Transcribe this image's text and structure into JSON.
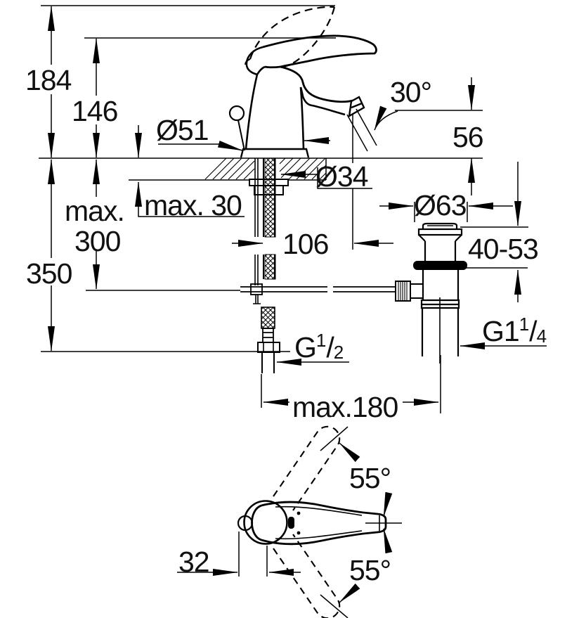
{
  "drawing": {
    "title": "Single-lever basin mixer with pop-up waste - dimensional drawing",
    "views": {
      "side_view": "faucet elevation with mounting shank, flexible supply hose and pop-up waste set",
      "top_view": "lever handle swivel range"
    },
    "units": "mm",
    "dimensions": {
      "height_total": "184",
      "height_to_lever": "146",
      "base_diameter": "Ø51",
      "spout_angle": "30°",
      "outlet_height": "56",
      "shank_diameter": "Ø34",
      "deck_thickness_max": "max. 30",
      "hose_length_max_line1": "max.",
      "hose_length_max_line2": "300",
      "total_reach_down": "350",
      "spout_projection": "106",
      "waste_flange_diameter": "Ø63",
      "waste_adjust_range": "40-53",
      "supply_thread": {
        "base": "G",
        "numerator": "1",
        "slash": "/",
        "denominator": "2"
      },
      "waste_thread": {
        "base": "G1",
        "numerator": "1",
        "slash": "/",
        "denominator": "4"
      },
      "center_distance_max": "max.180",
      "lever_swing_upper": "55°",
      "lever_swing_lower": "55°",
      "rod_offset": "32"
    }
  },
  "colors": {
    "line": "#000000",
    "background": "#ffffff"
  }
}
